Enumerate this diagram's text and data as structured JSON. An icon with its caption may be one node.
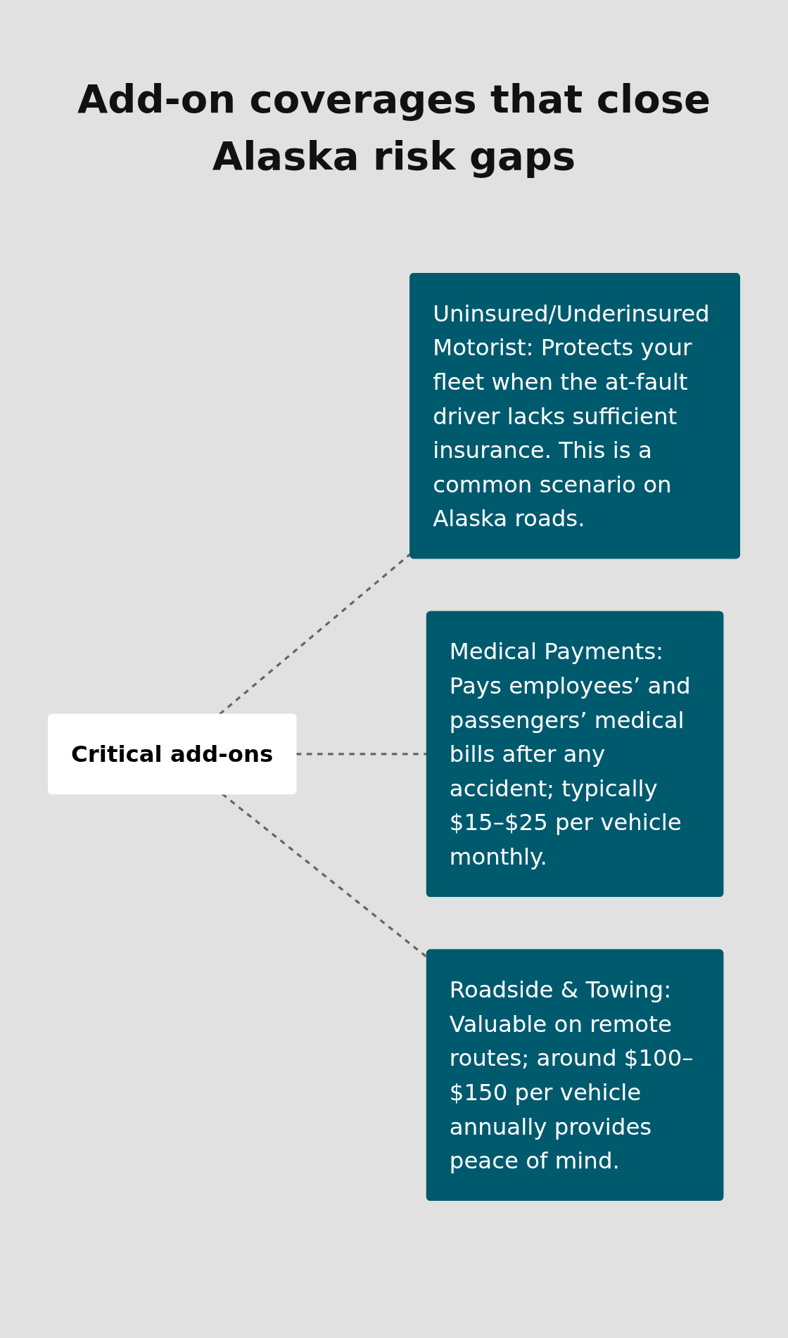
{
  "diagram": {
    "title": "Add-on coverages that close Alaska risk gaps",
    "nodes": [
      {
        "text": [
          "Critical add-ons"
        ]
      },
      {
        "text": [
          "Uninsured/Underinsured Motorist: Protects your fleet when the at-fault driver lacks sufficient insurance. This is a common scenario on Alaska roads."
        ]
      },
      {
        "text": [
          "Medical Payments: Pays employees’ and passengers’ medical bills after any accident; typically $15–$25 per vehicle monthly."
        ]
      },
      {
        "text": [
          "Roadside & Towing: Valuable on remote routes; around $100–$150 per vehicle annually provides peace of mind."
        ]
      }
    ],
    "edges": [
      {
        "from": 0,
        "to": 1,
        "arrow": "none",
        "style": "dashed"
      },
      {
        "from": 0,
        "to": 2,
        "arrow": "none",
        "style": "dashed"
      },
      {
        "from": 0,
        "to": 3,
        "arrow": "none",
        "style": "dashed"
      }
    ]
  }
}
